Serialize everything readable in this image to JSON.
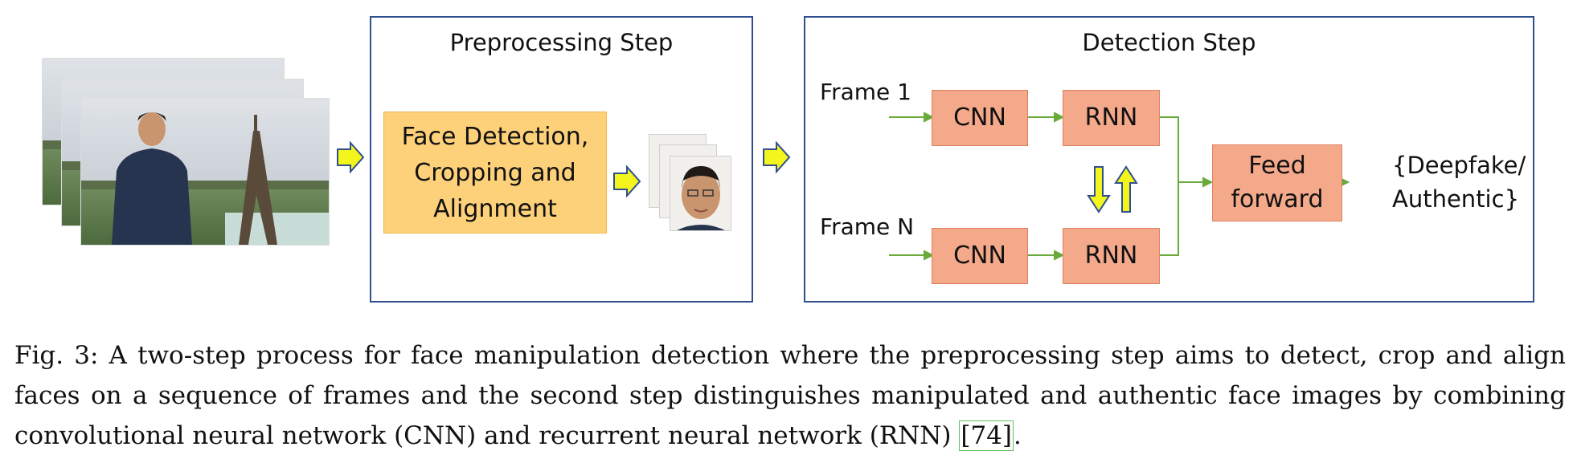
{
  "preprocessing": {
    "title": "Preprocessing Step",
    "process_label": "Face Detection,\nCropping and\nAlignment"
  },
  "detection": {
    "title": "Detection Step",
    "frame_1_label": "Frame 1",
    "frame_n_label": "Frame N",
    "cnn_label": "CNN",
    "rnn_label": "RNN",
    "feed_forward_label": "Feed\nforward",
    "output_label": "{Deepfake/\nAuthentic}"
  },
  "caption": {
    "text": "Fig. 3: A two-step process for face manipulation detection where the preprocessing step aims to detect, crop and align faces on a sequence of frames and the second step distinguishes manipulated and authentic face images by combining convolutional neural network (CNN) and recurrent neural network (RNN) ",
    "ref": "[74]",
    "end": "."
  },
  "colors": {
    "box_border": "#2f4f8f",
    "process_fill": "#fdd17a",
    "nn_fill": "#f5a98b",
    "connector": "#6aaa3a",
    "yellow_arrow": "#f5f51e"
  }
}
